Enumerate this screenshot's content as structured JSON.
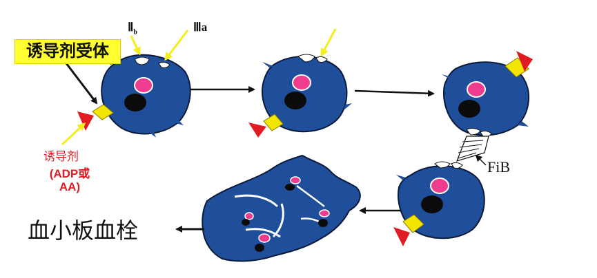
{
  "labels": {
    "receptor": "诱导剂受体",
    "iib_main": "Ⅱ",
    "iib_sub": "b",
    "iiia": "Ⅲa",
    "inducer": "诱导剂",
    "inducer_examples_line1": "(ADP或",
    "inducer_examples_line2": "AA)",
    "fibrinogen": "FiB",
    "thrombus": "血小板血栓"
  },
  "colors": {
    "platelet": "#1f4e9a",
    "nucleus_pink": "#ee3c8e",
    "nucleus_black": "#0b0b0b",
    "receptor_yellow": "#f2e600",
    "inducer_red": "#e11b22",
    "pointer_yellow": "#f5ee1f",
    "highlight": "#ffff33"
  }
}
